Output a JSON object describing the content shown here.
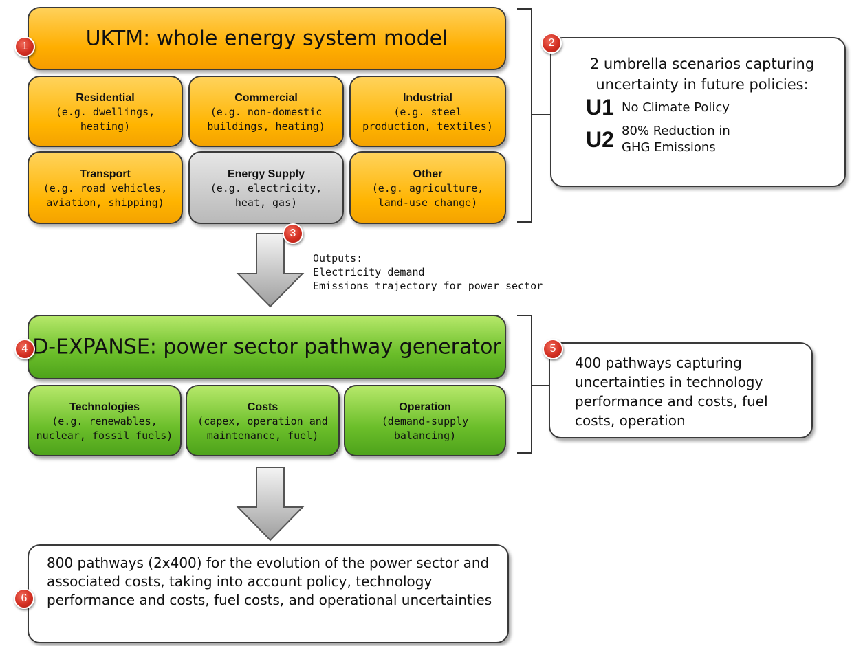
{
  "uktm": {
    "title": "UKTM: whole energy system model",
    "sectors": [
      {
        "title": "Residential",
        "desc": "(e.g. dwellings, heating)"
      },
      {
        "title": "Commercial",
        "desc": "(e.g. non-domestic buildings, heating)"
      },
      {
        "title": "Industrial",
        "desc": "(e.g. steel production, textiles)"
      },
      {
        "title": "Transport",
        "desc": "(e.g. road vehicles, aviation, shipping)"
      },
      {
        "title": "Energy Supply",
        "desc": "(e.g. electricity, heat, gas)"
      },
      {
        "title": "Other",
        "desc": "(e.g. agriculture, land-use change)"
      }
    ]
  },
  "scenarios": {
    "intro": "2 umbrella scenarios capturing uncertainty in future policies:",
    "items": [
      {
        "code": "U1",
        "label": "No Climate Policy"
      },
      {
        "code": "U2",
        "label": "80% Reduction in GHG Emissions"
      }
    ]
  },
  "outputs": {
    "heading": "Outputs:",
    "lines": [
      "Electricity demand",
      "Emissions trajectory for power sector"
    ]
  },
  "dexpanse": {
    "title": "D-EXPANSE: power sector pathway generator",
    "components": [
      {
        "title": "Technologies",
        "desc": "(e.g. renewables, nuclear, fossil fuels)"
      },
      {
        "title": "Costs",
        "desc": "(capex, operation and maintenance, fuel)"
      },
      {
        "title": "Operation",
        "desc": "(demand-supply balancing)"
      }
    ]
  },
  "pathways400": "400 pathways capturing uncertainties in technology performance and costs, fuel costs, operation",
  "pathways800": "800 pathways (2x400) for the evolution of the power sector and associated costs, taking into account policy, technology performance and costs, fuel costs, and operational uncertainties",
  "badges": [
    "1",
    "2",
    "3",
    "4",
    "5",
    "6"
  ],
  "colors": {
    "orange": "#ffb400",
    "green": "#6bbe2a",
    "grey": "#b9b9b9",
    "badge": "#d32f22"
  }
}
